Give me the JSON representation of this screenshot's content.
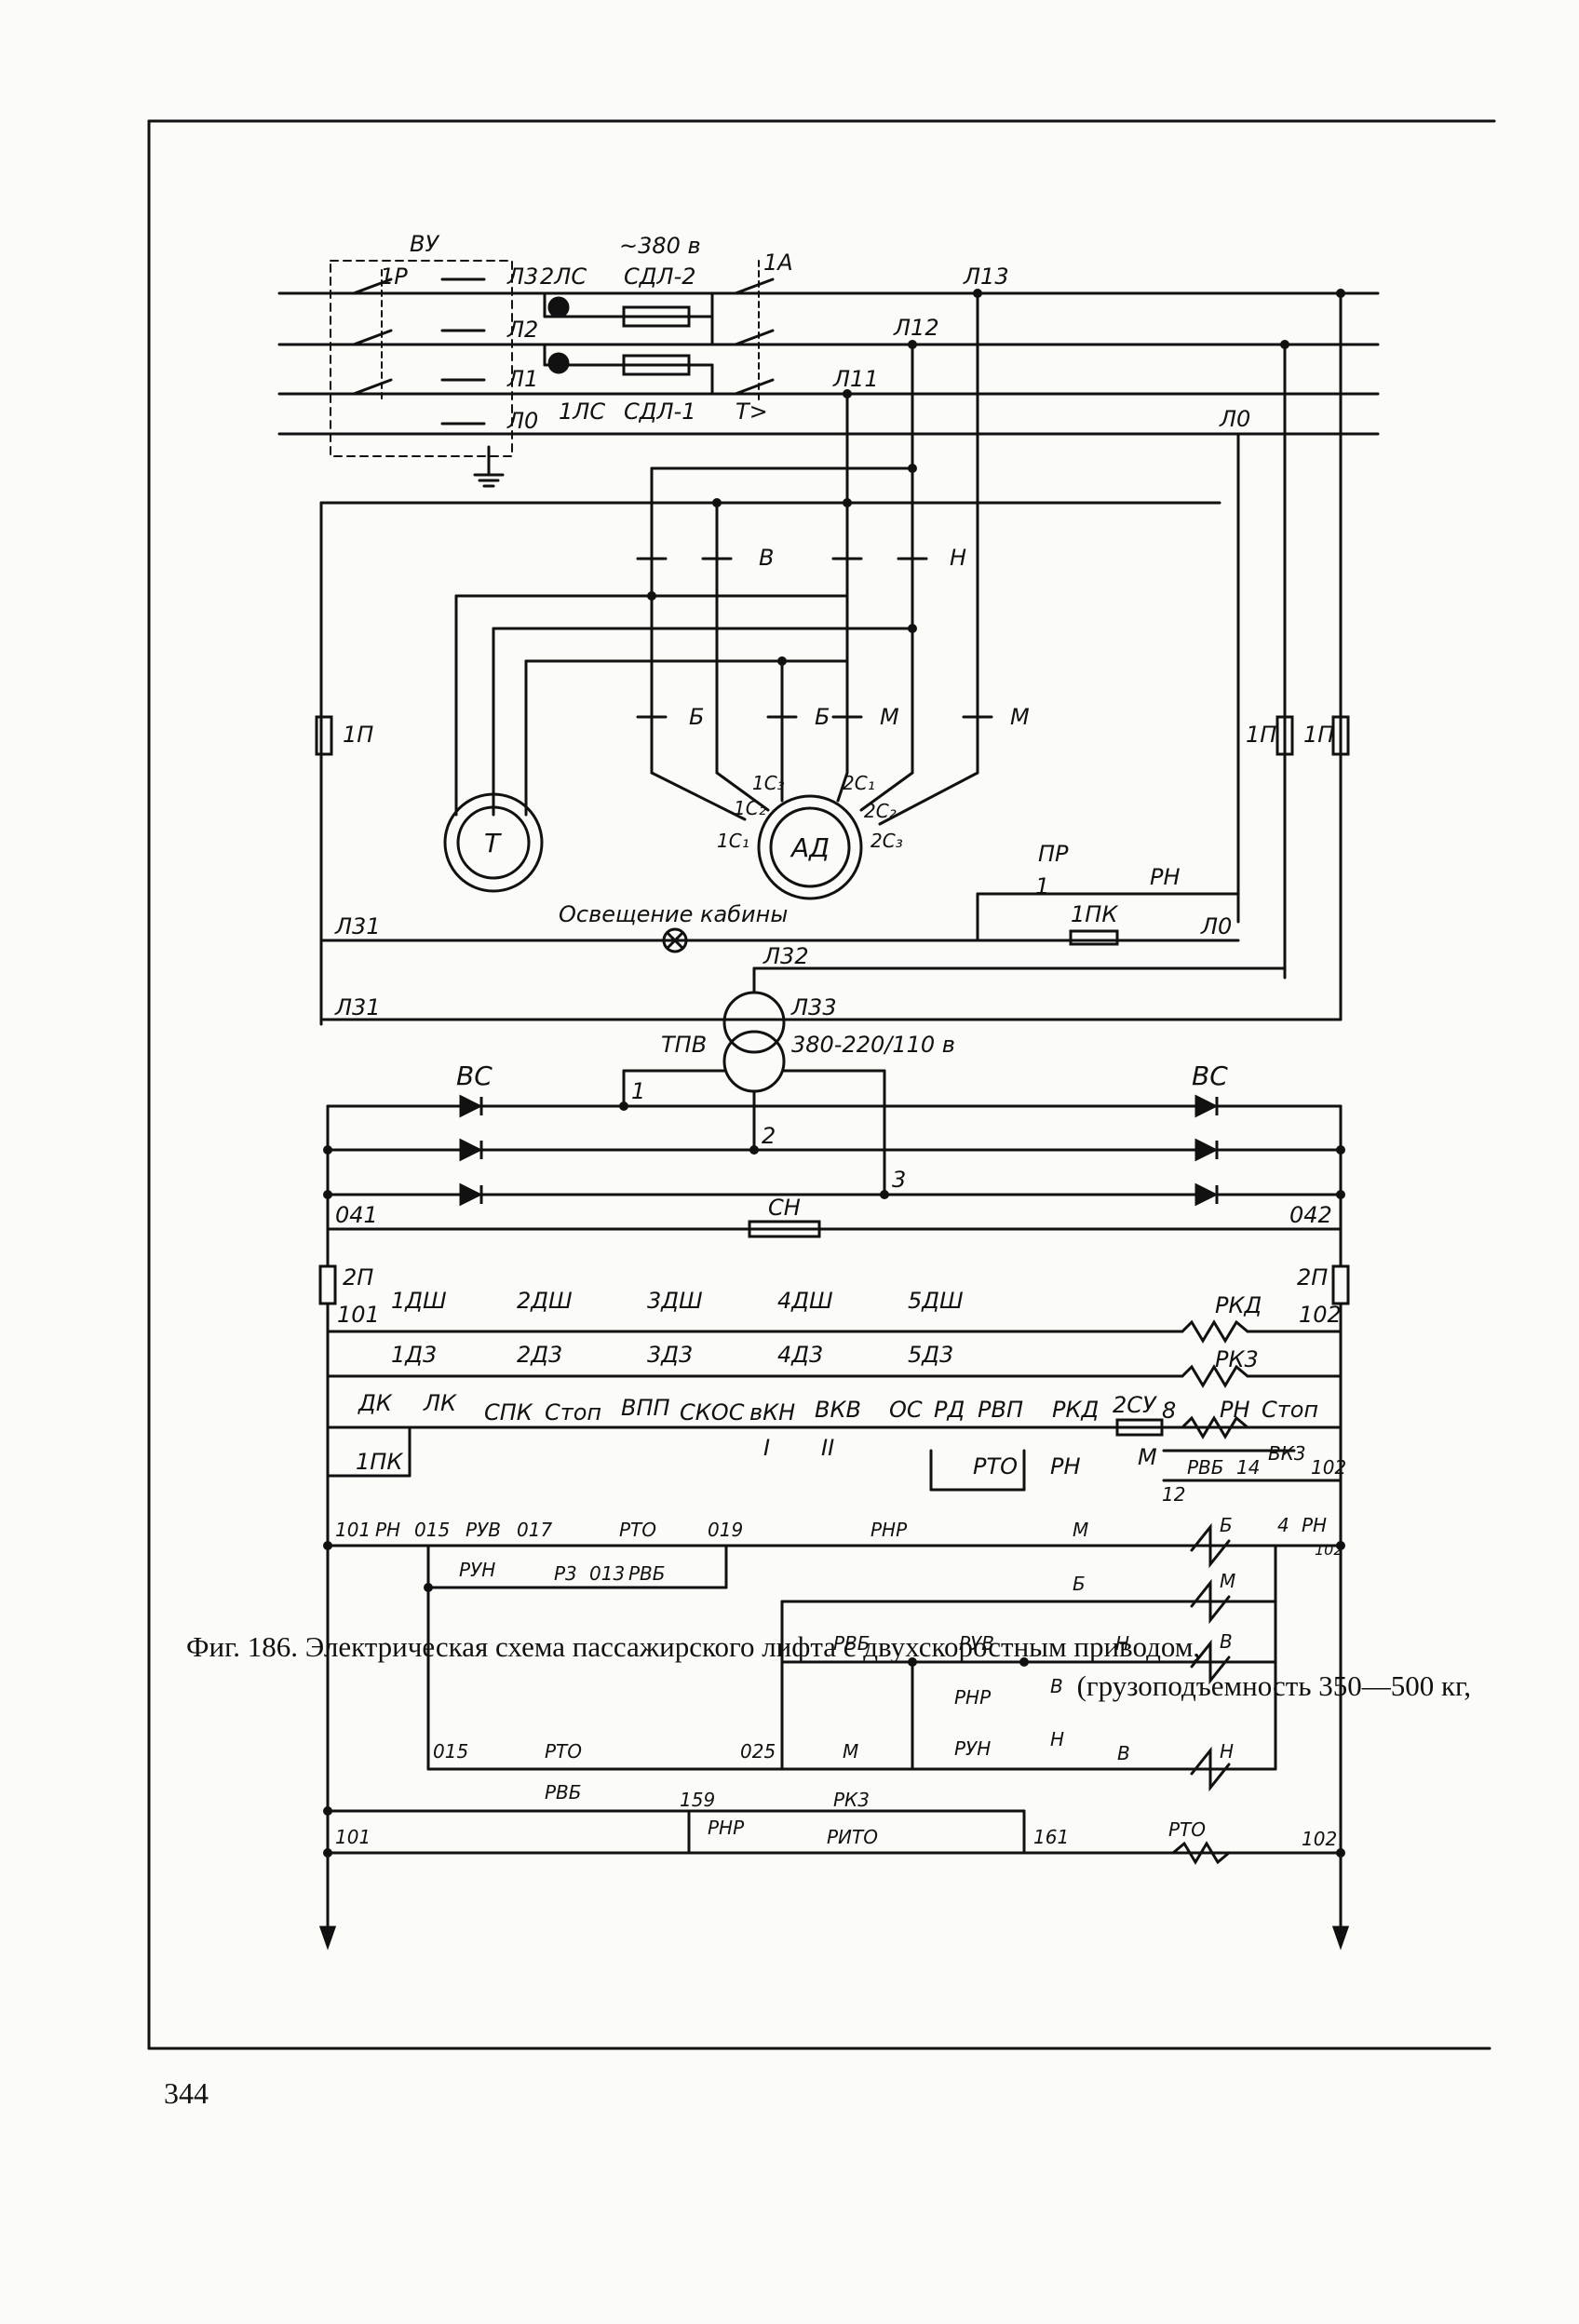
{
  "figure": {
    "caption_line1": "Фиг. 186. Электрическая схема пассажирского лифта с двухскоростным приводом,",
    "caption_line2": "(грузоподъемность 350—500 кг,",
    "page_number": "344"
  },
  "labels": {
    "vu": "ВУ",
    "supply": "~380 в",
    "r1": "1Р",
    "l3": "Л3",
    "l2": "Л2",
    "l1": "Л1",
    "l0": "Л0",
    "ls2": "2ЛС",
    "sdl2": "СДЛ-2",
    "ls1": "1ЛС",
    "sdl1": "СДЛ-1",
    "a1": "1А",
    "t_trip": "Т>",
    "l13": "Л13",
    "l12": "Л12",
    "l11": "Л11",
    "l0b": "Л0",
    "v": "В",
    "n": "Н",
    "b1": "Б",
    "b2": "Б",
    "m1": "М",
    "m2": "М",
    "p1": "1П",
    "p1b": "1П",
    "p1c": "1П",
    "c1_1": "1С₁",
    "c1_2": "1С₂",
    "c1_3": "1С₃",
    "c2_1": "2С₁",
    "c2_2": "2С₂",
    "c2_3": "2С₃",
    "t": "Т",
    "ad": "АД",
    "pr": "ПР",
    "pr1": "1",
    "rn": "РН",
    "pk1": "1ПК",
    "l31": "Л31",
    "l31b": "Л31",
    "lighting": "Освещение кабины",
    "l0c": "Л0",
    "l32": "Л32",
    "l33": "Л33",
    "tpv": "ТПВ",
    "volt": "380-220/110 в",
    "vs1": "ВС",
    "vs2": "ВС",
    "w1": "1",
    "w2": "2",
    "w3": "3",
    "n041": "041",
    "n042": "042",
    "sn": "СН",
    "p2a": "2П",
    "p2b": "2П",
    "n101a": "101",
    "n102a": "102",
    "dsh1": "1ДШ",
    "dsh2": "2ДШ",
    "dsh3": "3ДШ",
    "dsh4": "4ДШ",
    "dsh5": "5ДШ",
    "rkd": "РКД",
    "dz1": "1Д3",
    "dz2": "2Д3",
    "dz3": "3Д3",
    "dz4": "4Д3",
    "dz5": "5Д3",
    "rkz": "РК3",
    "dk": "ДК",
    "lk": "ЛК",
    "spk": "СПК",
    "stop": "Стоп",
    "vpp": "ВПП",
    "skos": "СКОС",
    "vkn": "вКН",
    "vkv": "ВКВ",
    "vkn_r": "I",
    "vkv_r": "II",
    "os": "ОС",
    "rd": "РД",
    "rvp": "РВП",
    "rkd2": "РКД",
    "su2": "2СУ",
    "n8": "8",
    "rn2": "РН",
    "stop2": "Стоп",
    "rto1": "РТО",
    "rn3": "РН",
    "m3": "М",
    "rvb1": "РВБ",
    "n14": "14",
    "vkz": "ВК3",
    "n102b": "102",
    "n12": "12",
    "pk1b": "1ПК",
    "n101b": "101",
    "rn4": "РН",
    "n015a": "015",
    "ruv": "РУВ",
    "n017": "017",
    "rto2": "РТО",
    "n019": "019",
    "rnr": "РНР",
    "m4": "М",
    "b3": "Б",
    "n4": "4",
    "rn5": "РН",
    "n102c": "102",
    "run": "РУН",
    "rz": "Р3",
    "n013": "013",
    "rvb2": "РВБ",
    "b4": "Б",
    "m5": "М",
    "rvb3": "РВБ",
    "ruv2": "РУВ",
    "n5": "Н",
    "v2": "В",
    "rnr2": "РНР",
    "v3": "В",
    "run2": "РУН",
    "n6": "Н",
    "n015b": "015",
    "rto3": "РТО",
    "n025": "025",
    "m6": "М",
    "v4": "В",
    "n7": "Н",
    "rvb4": "РВБ",
    "n159": "159",
    "rk3b": "РК3",
    "rnr3": "РНР",
    "rito": "РИТО",
    "n101c": "101",
    "n161": "161",
    "rto4": "РТО",
    "n102d": "102"
  }
}
